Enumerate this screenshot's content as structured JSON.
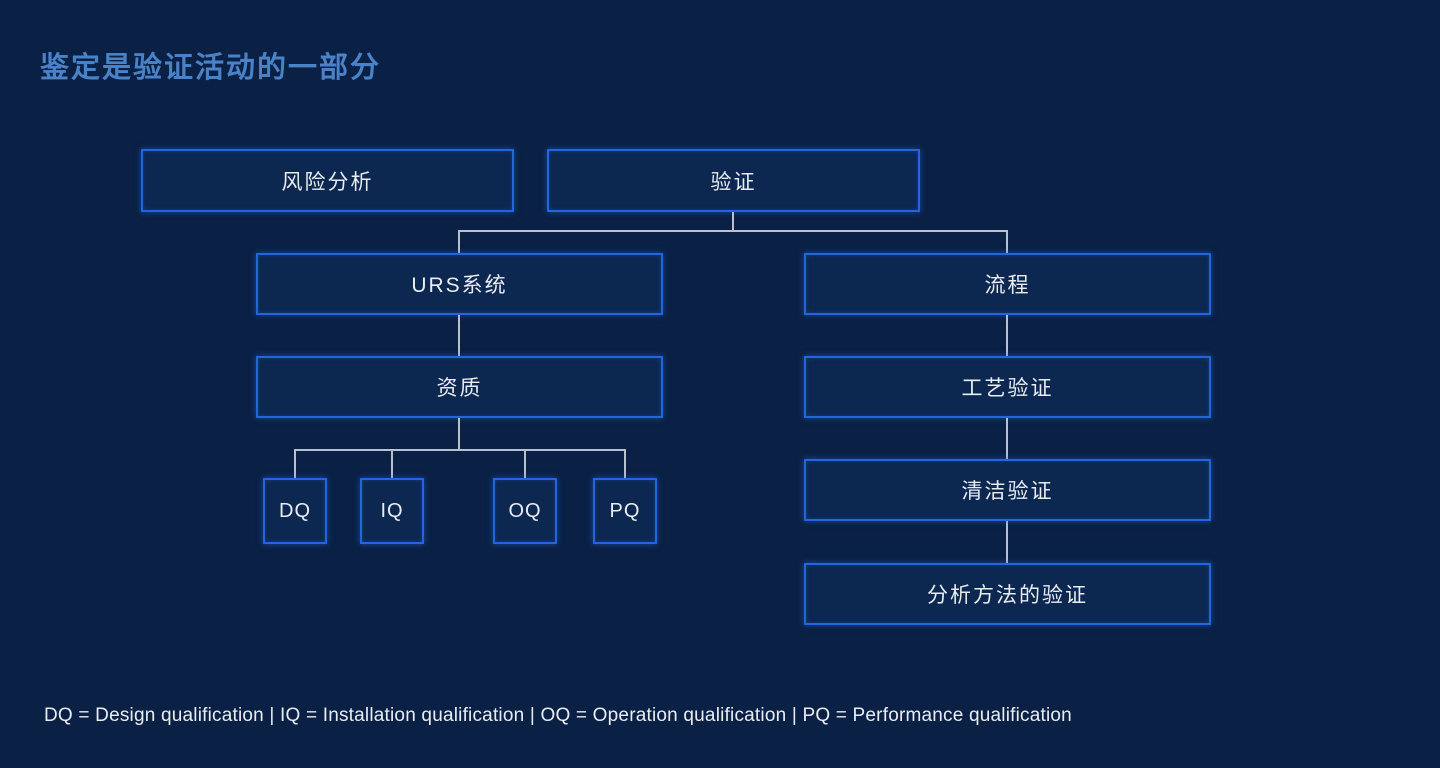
{
  "title": "鉴定是验证活动的一部分",
  "nodes": {
    "risk": {
      "label": "风险分析"
    },
    "validation": {
      "label": "验证"
    },
    "urs": {
      "label": "URS系统"
    },
    "process": {
      "label": "流程"
    },
    "qualification": {
      "label": "资质"
    },
    "dq": {
      "label": "DQ"
    },
    "iq": {
      "label": "IQ"
    },
    "oq": {
      "label": "OQ"
    },
    "pq": {
      "label": "PQ"
    },
    "process_validation": {
      "label": "工艺验证"
    },
    "cleaning_validation": {
      "label": "清洁验证"
    },
    "analytical_validation": {
      "label": "分析方法的验证"
    }
  },
  "legend": "DQ = Design qualification | IQ = Installation qualification | OQ = Operation qualification | PQ = Performance qualification",
  "colors": {
    "background": "#0a2145",
    "box_fill": "#0c2750",
    "box_border": "#2365dd",
    "title_text": "#4a82c8",
    "node_text": "#e9ecf1",
    "connector": "#b9c2cc"
  }
}
